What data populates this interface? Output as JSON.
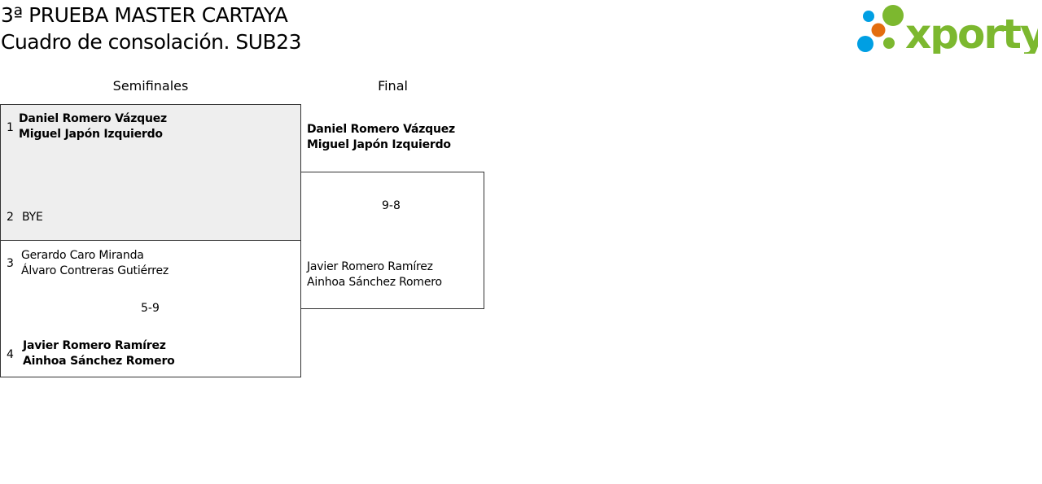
{
  "header": {
    "title_line1": "3ª PRUEBA MASTER CARTAYA",
    "title_line2": "Cuadro de consolación. SUB23",
    "logo_text": "xporty"
  },
  "colors": {
    "brand_green": "#7cb82f",
    "brand_blue": "#009fe3",
    "brand_orange": "#e36d0e",
    "winner_bg": "#eeeeee"
  },
  "rounds": [
    {
      "label": "Semifinales"
    },
    {
      "label": "Final"
    }
  ],
  "semifinals": [
    {
      "seed_a": "1",
      "a1": "Daniel Romero Vázquez",
      "a2": "Miguel Japón Izquierdo",
      "seed_b": "2",
      "b1": "BYE",
      "score": ""
    },
    {
      "seed_a": "3",
      "a1": "Gerardo Caro Miranda",
      "a2": "Álvaro Contreras Gutiérrez",
      "seed_b": "4",
      "b1": "Javier Romero Ramírez",
      "b2": "Ainhoa Sánchez Romero",
      "score": "5-9"
    }
  ],
  "final": {
    "a1": "Daniel Romero Vázquez",
    "a2": "Miguel Japón Izquierdo",
    "b1": "Javier Romero Ramírez",
    "b2": "Ainhoa Sánchez Romero",
    "score": "9-8"
  }
}
